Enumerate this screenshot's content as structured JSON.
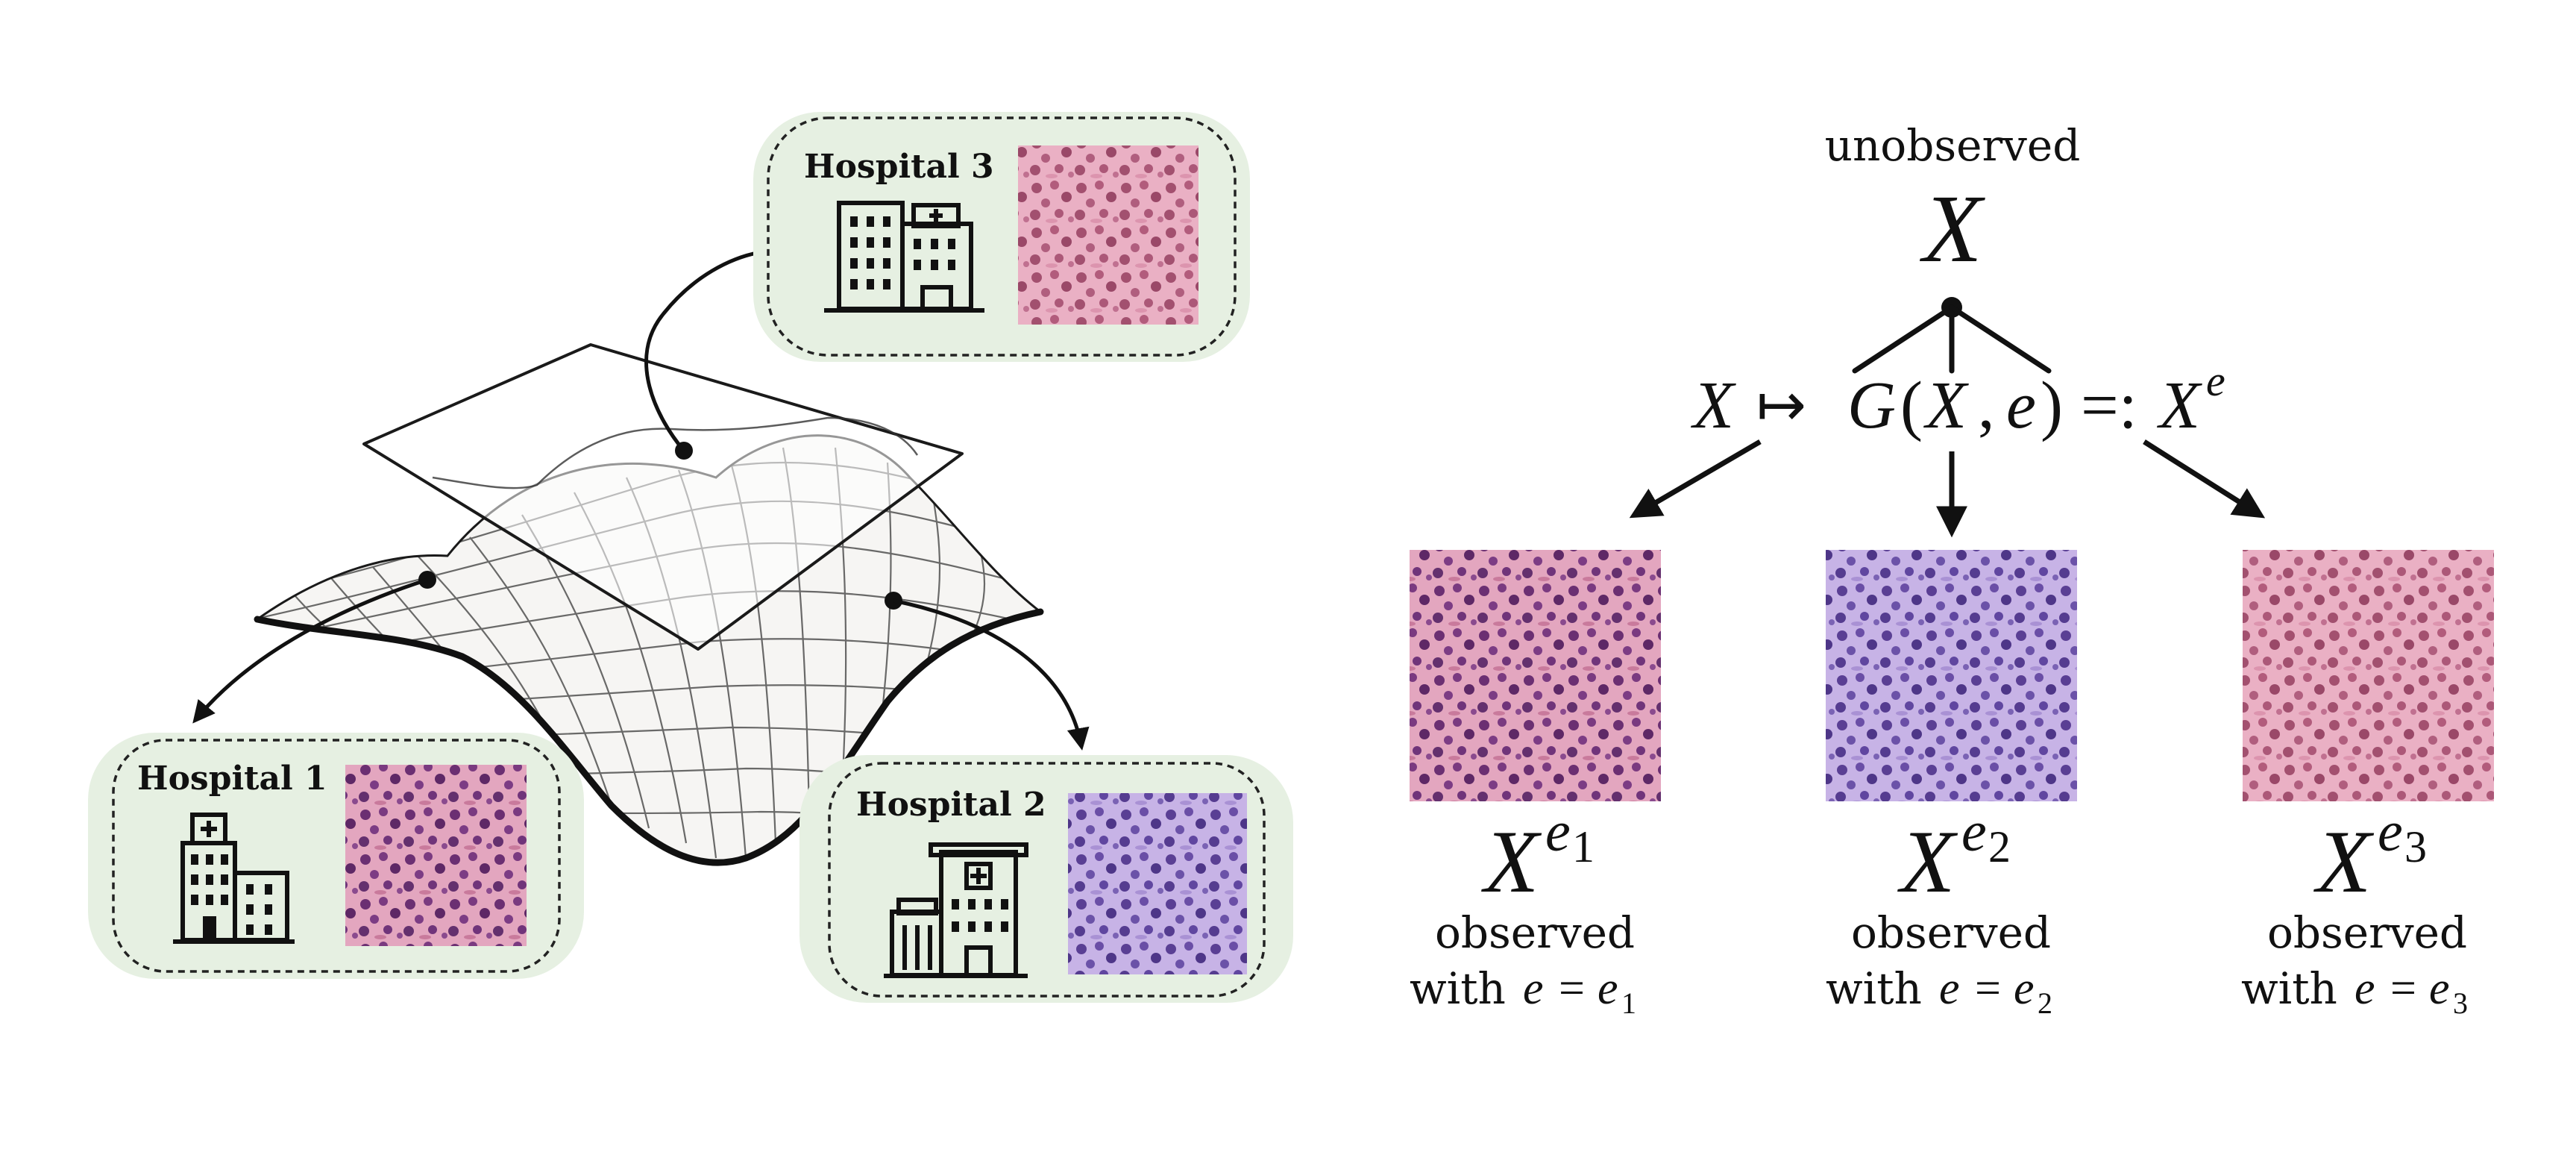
{
  "hospitals": [
    {
      "label": "Hospital 1"
    },
    {
      "label": "Hospital 2"
    },
    {
      "label": "Hospital 3"
    }
  ],
  "top": {
    "label": "unobserved",
    "var": "X"
  },
  "mapping": {
    "lhs": "X",
    "arrow": "↦",
    "g": "G",
    "lparen": "(",
    "arg1": "X",
    "comma": ",",
    "arg2": "e",
    "rparen": ")",
    "defeq": "=:",
    "rhs_base": "X",
    "rhs_sup": "e"
  },
  "outputs": [
    {
      "var": "X",
      "sup": "e",
      "sub": "1",
      "observed": "observed",
      "with": "with",
      "e": "e",
      "eq": "=",
      "rhs": "e",
      "rhs_sub": "1"
    },
    {
      "var": "X",
      "sup": "e",
      "sub": "2",
      "observed": "observed",
      "with": "with",
      "e": "e",
      "eq": "=",
      "rhs": "e",
      "rhs_sub": "2"
    },
    {
      "var": "X",
      "sup": "e",
      "sub": "3",
      "observed": "observed",
      "with": "with",
      "e": "e",
      "eq": "=",
      "rhs": "e",
      "rhs_sub": "3"
    }
  ],
  "colors": {
    "box_fill": "#eaf2e6",
    "tissue_pink": "#d98aa8",
    "tissue_purple": "#b69ad6",
    "nucleus_dark": "#5a2b6a",
    "nucleus_purple": "#5c3d8f"
  }
}
